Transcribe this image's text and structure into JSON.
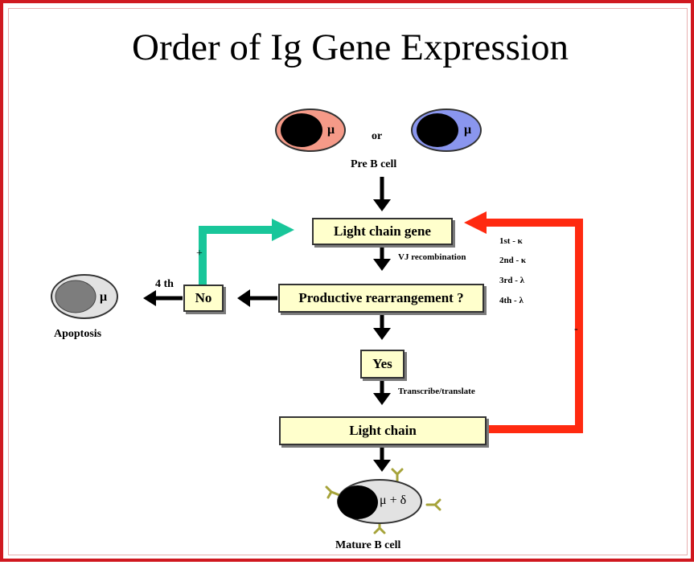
{
  "title": "Order of Ig Gene Expression",
  "cells": {
    "mu": "μ",
    "or": "or",
    "pre_b": "Pre B cell",
    "apoptosis": "Apoptosis",
    "mature_label": "μ + δ",
    "mature_b": "Mature B cell"
  },
  "boxes": {
    "light_chain_gene": "Light chain gene",
    "productive": "Productive rearrangement ?",
    "no": "No",
    "yes": "Yes",
    "light_chain": "Light chain"
  },
  "labels": {
    "vj": "VJ recombination",
    "transcribe": "Transcribe/translate",
    "fourth": "4 th",
    "plus": "+",
    "minus": "-"
  },
  "order": [
    "1st  - κ",
    "2nd  - κ",
    "3rd  - λ",
    "4th  - λ"
  ],
  "colors": {
    "border": "#d0181f",
    "box_fill": "#ffffcc",
    "green_arrow": "#19c69a",
    "red_arrow": "#ff2a10",
    "cell_pink": "#f59a88",
    "cell_blue": "#8a96ee",
    "cell_gray": "#e2e2e2",
    "antibody": "#a6a33a"
  }
}
